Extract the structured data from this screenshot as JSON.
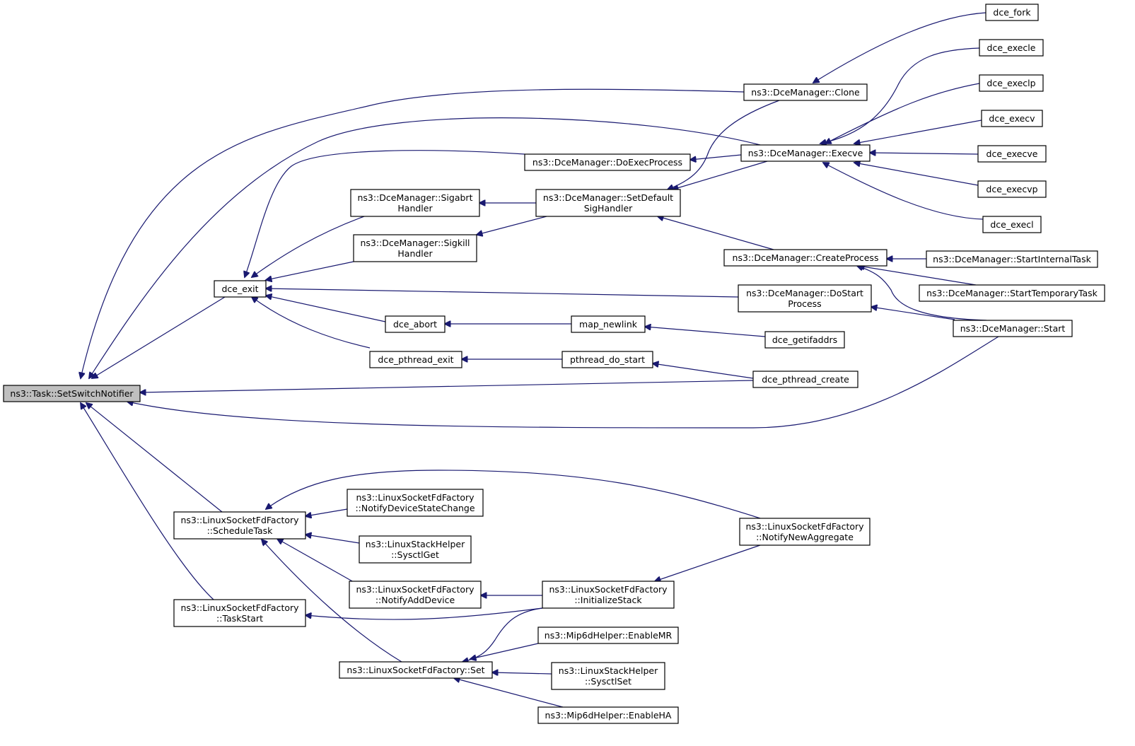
{
  "graph": {
    "root": "n_root",
    "colors": {
      "edge": "#191970",
      "root_fill": "#bfbfbf",
      "node_fill": "#ffffff",
      "border": "#000000"
    },
    "nodes": {
      "n_root": [
        "ns3::Task::SetSwitchNotifier"
      ],
      "n_dce_exit": [
        "dce_exit"
      ],
      "n_schedule_task": [
        "ns3::LinuxSocketFdFactory",
        "::ScheduleTask"
      ],
      "n_task_start": [
        "ns3::LinuxSocketFdFactory",
        "::TaskStart"
      ],
      "n_clone": [
        "ns3::DceManager::Clone"
      ],
      "n_execve": [
        "ns3::DceManager::Execve"
      ],
      "n_doexec": [
        "ns3::DceManager::DoExecProcess"
      ],
      "n_sigabrt": [
        "ns3::DceManager::Sigabrt",
        "Handler"
      ],
      "n_sigkill": [
        "ns3::DceManager::Sigkill",
        "Handler"
      ],
      "n_setdefault": [
        "ns3::DceManager::SetDefault",
        "SigHandler"
      ],
      "n_createproc": [
        "ns3::DceManager::CreateProcess"
      ],
      "n_dostart": [
        "ns3::DceManager::DoStart",
        "Process"
      ],
      "n_dce_abort": [
        "dce_abort"
      ],
      "n_map_newlink": [
        "map_newlink"
      ],
      "n_getifaddrs": [
        "dce_getifaddrs"
      ],
      "n_pthread_exit": [
        "dce_pthread_exit"
      ],
      "n_pthread_do_start": [
        "pthread_do_start"
      ],
      "n_pthread_create": [
        "dce_pthread_create"
      ],
      "n_dce_fork": [
        "dce_fork"
      ],
      "n_execle": [
        "dce_execle"
      ],
      "n_execlp": [
        "dce_execlp"
      ],
      "n_execv": [
        "dce_execv"
      ],
      "n_execve_fn": [
        "dce_execve"
      ],
      "n_execvp": [
        "dce_execvp"
      ],
      "n_execl": [
        "dce_execl"
      ],
      "n_start_internal": [
        "ns3::DceManager::StartInternalTask"
      ],
      "n_start_temp": [
        "ns3::DceManager::StartTemporaryTask"
      ],
      "n_start": [
        "ns3::DceManager::Start"
      ],
      "n_notify_state": [
        "ns3::LinuxSocketFdFactory",
        "::NotifyDeviceStateChange"
      ],
      "n_sysctlget": [
        "ns3::LinuxStackHelper",
        "::SysctlGet"
      ],
      "n_notify_add": [
        "ns3::LinuxSocketFdFactory",
        "::NotifyAddDevice"
      ],
      "n_set": [
        "ns3::LinuxSocketFdFactory::Set"
      ],
      "n_notify_agg": [
        "ns3::LinuxSocketFdFactory",
        "::NotifyNewAggregate"
      ],
      "n_init_stack": [
        "ns3::LinuxSocketFdFactory",
        "::InitializeStack"
      ],
      "n_enable_mr": [
        "ns3::Mip6dHelper::EnableMR"
      ],
      "n_sysctlset": [
        "ns3::LinuxStackHelper",
        "::SysctlSet"
      ],
      "n_enable_ha": [
        "ns3::Mip6dHelper::EnableHA"
      ]
    },
    "edges": [
      [
        "n_root",
        "n_clone"
      ],
      [
        "n_root",
        "n_execve"
      ],
      [
        "n_root",
        "n_dce_exit"
      ],
      [
        "n_root",
        "n_pthread_create"
      ],
      [
        "n_root",
        "n_start"
      ],
      [
        "n_root",
        "n_schedule_task"
      ],
      [
        "n_root",
        "n_task_start"
      ],
      [
        "n_dce_exit",
        "n_doexec"
      ],
      [
        "n_dce_exit",
        "n_sigabrt"
      ],
      [
        "n_dce_exit",
        "n_sigkill"
      ],
      [
        "n_dce_exit",
        "n_dostart"
      ],
      [
        "n_dce_exit",
        "n_dce_abort"
      ],
      [
        "n_dce_exit",
        "n_pthread_exit"
      ],
      [
        "n_clone",
        "n_dce_fork"
      ],
      [
        "n_execve",
        "n_execle"
      ],
      [
        "n_execve",
        "n_execlp"
      ],
      [
        "n_execve",
        "n_execv"
      ],
      [
        "n_execve",
        "n_execve_fn"
      ],
      [
        "n_execve",
        "n_execvp"
      ],
      [
        "n_execve",
        "n_execl"
      ],
      [
        "n_doexec",
        "n_execve"
      ],
      [
        "n_sigabrt",
        "n_setdefault"
      ],
      [
        "n_sigkill",
        "n_setdefault"
      ],
      [
        "n_setdefault",
        "n_clone"
      ],
      [
        "n_setdefault",
        "n_execve"
      ],
      [
        "n_setdefault",
        "n_createproc"
      ],
      [
        "n_createproc",
        "n_start_internal"
      ],
      [
        "n_createproc",
        "n_start_temp"
      ],
      [
        "n_createproc",
        "n_start"
      ],
      [
        "n_dostart",
        "n_start"
      ],
      [
        "n_dce_abort",
        "n_map_newlink"
      ],
      [
        "n_map_newlink",
        "n_getifaddrs"
      ],
      [
        "n_pthread_exit",
        "n_pthread_do_start"
      ],
      [
        "n_pthread_do_start",
        "n_pthread_create"
      ],
      [
        "n_schedule_task",
        "n_notify_agg"
      ],
      [
        "n_schedule_task",
        "n_notify_state"
      ],
      [
        "n_schedule_task",
        "n_sysctlget"
      ],
      [
        "n_schedule_task",
        "n_notify_add"
      ],
      [
        "n_schedule_task",
        "n_set"
      ],
      [
        "n_task_start",
        "n_init_stack"
      ],
      [
        "n_notify_add",
        "n_init_stack"
      ],
      [
        "n_init_stack",
        "n_notify_agg"
      ],
      [
        "n_set",
        "n_init_stack"
      ],
      [
        "n_set",
        "n_enable_mr"
      ],
      [
        "n_set",
        "n_sysctlset"
      ],
      [
        "n_set",
        "n_enable_ha"
      ]
    ]
  }
}
